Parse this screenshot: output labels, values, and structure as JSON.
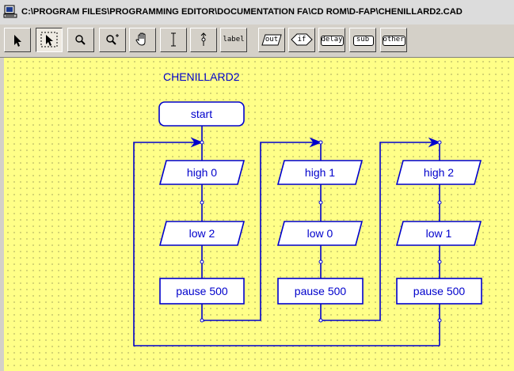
{
  "window": {
    "title": "C:\\PROGRAM FILES\\PROGRAMMING EDITOR\\DOCUMENTATION FA\\CD ROM\\D-FAP\\CHENILLARD2.CAD"
  },
  "toolbar": {
    "tools": [
      {
        "name": "select-arrow",
        "icon": "arrow-cursor-icon"
      },
      {
        "name": "select-box",
        "icon": "marquee-select-icon"
      },
      {
        "name": "zoom",
        "icon": "magnifier-icon"
      },
      {
        "name": "zoom-plus",
        "icon": "magnifier-plus-icon"
      },
      {
        "name": "pan",
        "icon": "hand-icon"
      },
      {
        "name": "text",
        "icon": "ibeam-icon"
      },
      {
        "name": "connect",
        "icon": "connector-icon"
      }
    ],
    "label_tool": "label",
    "symbols": {
      "out": "out",
      "if": "if",
      "delay": "delay",
      "sub": "sub",
      "other": "other"
    }
  },
  "diagram": {
    "title": "CHENILLARD2",
    "start_label": "start",
    "columns": [
      {
        "output": "high 0",
        "low": "low 2",
        "pause": "pause 500"
      },
      {
        "output": "high 1",
        "low": "low 0",
        "pause": "pause 500"
      },
      {
        "output": "high 2",
        "low": "low 1",
        "pause": "pause 500"
      }
    ],
    "colors": {
      "canvas": "#ffff88",
      "ink": "#0000cc",
      "grid_dots": "#6e6e44"
    }
  }
}
